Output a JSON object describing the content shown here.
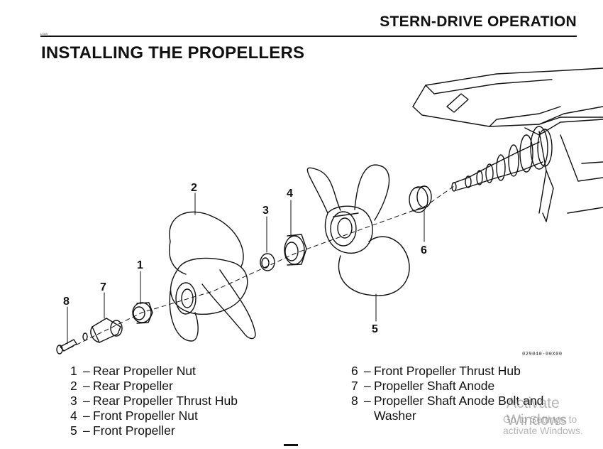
{
  "header": {
    "section": "STERN-DRIVE OPERATION",
    "page_code": "12345"
  },
  "title": "INSTALLING THE PROPELLERS",
  "figure": {
    "code": "029040-00X00",
    "callouts": [
      "1",
      "2",
      "3",
      "4",
      "5",
      "6",
      "7",
      "8"
    ]
  },
  "legend": {
    "left": [
      {
        "num": "1",
        "text": "Rear Propeller Nut"
      },
      {
        "num": "2",
        "text": "Rear Propeller"
      },
      {
        "num": "3",
        "text": "Rear Propeller Thrust Hub"
      },
      {
        "num": "4",
        "text": "Front Propeller Nut"
      },
      {
        "num": "5",
        "text": "Front Propeller"
      }
    ],
    "right": [
      {
        "num": "6",
        "text": "Front Propeller Thrust Hub"
      },
      {
        "num": "7",
        "text": "Propeller Shaft Anode"
      },
      {
        "num": "8",
        "text": "Propeller Shaft Anode Bolt and Washer"
      }
    ],
    "dash": "–"
  },
  "watermark": {
    "line1": "Activate Windows",
    "line2": "Go to Settings to activate Windows."
  }
}
